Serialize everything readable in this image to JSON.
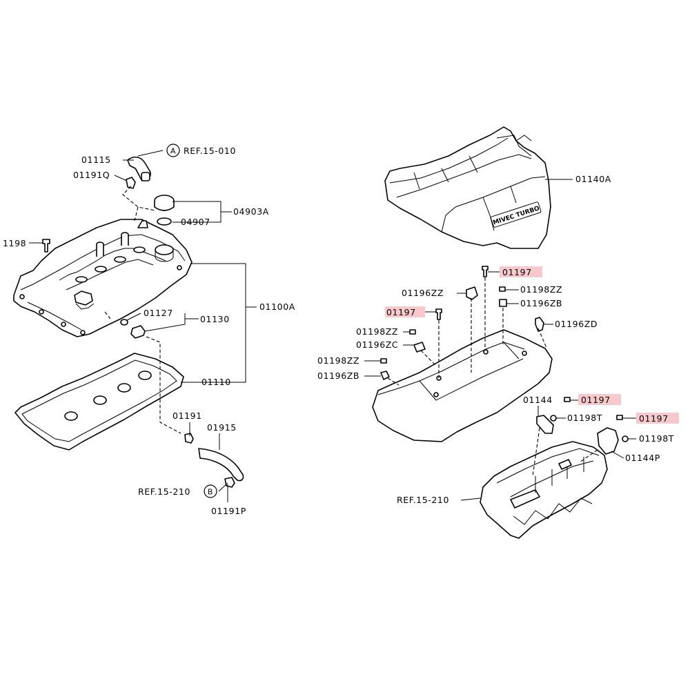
{
  "labels": {
    "p01115": "01115",
    "p01191q": "01191Q",
    "ref15010": "REF.15-010",
    "circleA": "A",
    "p04903a": "04903A",
    "p04907": "04907",
    "p1198": "1198",
    "p01100a": "01100A",
    "p01127": "01127",
    "p01130": "01130",
    "p01110": "01110",
    "p01191": "01191",
    "p01915": "01915",
    "ref15210left": "REF.15-210",
    "circleB": "B",
    "p01191p": "01191P",
    "p01140a": "01140A",
    "p01197_1": "01197",
    "p01196zz": "01196ZZ",
    "p01198zz_1": "01198ZZ",
    "p01196zb_1": "01196ZB",
    "p01197_2": "01197",
    "p01196zd": "01196ZD",
    "p01198zz_2": "01198ZZ",
    "p01196zc": "01196ZC",
    "p01198zz_3": "01198ZZ",
    "p01196zb_2": "01196ZB",
    "p01144": "01144",
    "p01197_3": "01197",
    "p01198t_1": "01198T",
    "p01197_4": "01197",
    "p01198t_2": "01198T",
    "p01144p": "01144P",
    "ref15210right": "REF.15-210",
    "badge": "MIVEC TURBO"
  },
  "colors": {
    "highlight": "#f7c9cc",
    "line": "#000000",
    "background": "#ffffff"
  }
}
